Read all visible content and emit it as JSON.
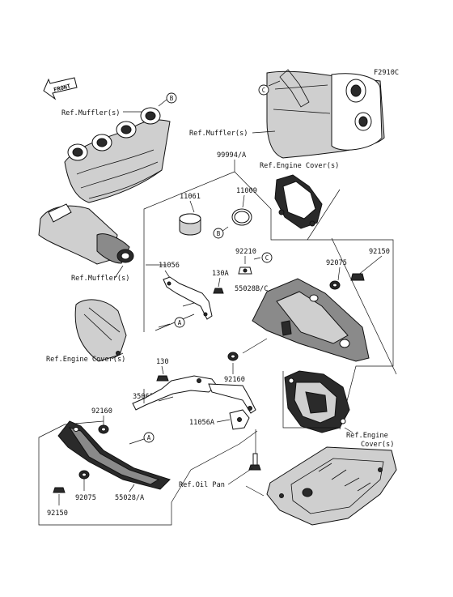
{
  "figure_code": "F2910C",
  "front_label": "FRONT",
  "part_numbers": {
    "p99994A": "99994/A",
    "p11061": "11061",
    "p11009": "11009",
    "p11056": "11056",
    "p130A": "130A",
    "p92210": "92210",
    "p92150_top": "92150",
    "p92075_top": "92075",
    "p55028BC": "55028B/C",
    "p130": "130",
    "p92160_mid": "92160",
    "p35063": "35063",
    "p11056A": "11056A",
    "p92160_low": "92160",
    "p92075_low": "92075",
    "p55028A": "55028/A",
    "p92150_low": "92150"
  },
  "references": {
    "muffler_1": "Ref.Muffler(s)",
    "muffler_2": "Ref.Muffler(s)",
    "muffler_3": "Ref.Muffler(s)",
    "engine_cover_1": "Ref.Engine Cover(s)",
    "engine_cover_2": "Ref.Engine Cover(s)",
    "engine_cover_3a": "Ref.Engine",
    "engine_cover_3b": "Cover(s)",
    "oil_pan": "Ref.Oil Pan"
  },
  "callouts": {
    "b_top": "B",
    "c_top": "C",
    "b_mid": "B",
    "c_mid": "C",
    "a_mid": "A",
    "a_low": "A"
  }
}
